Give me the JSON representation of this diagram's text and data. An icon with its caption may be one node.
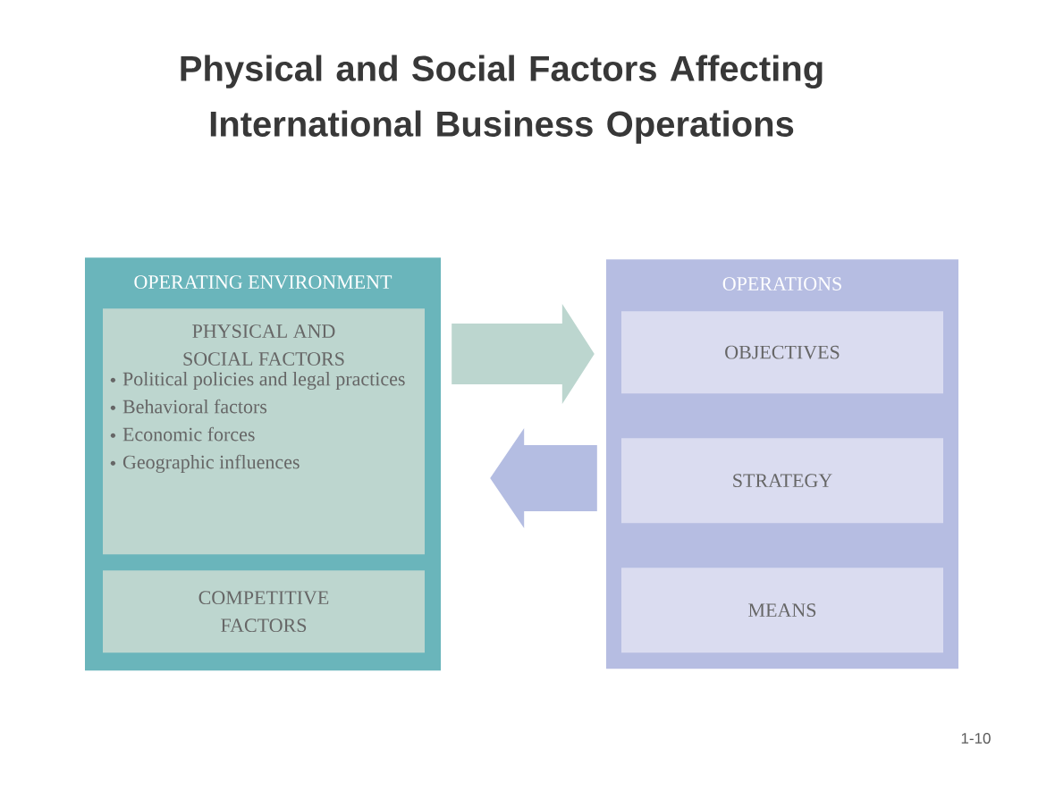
{
  "diagram": {
    "title": "Physical and Social Factors Affecting International Business Operations",
    "nodes": [
      {
        "text": [
          "OPERATING ENVIRONMENT"
        ]
      },
      {
        "text": [
          "PHYSICAL AND SOCIAL FACTORS",
          "Political policies and legal practices",
          "Behavioral factors",
          "Economic forces",
          "Geographic influences"
        ],
        "in": 0
      },
      {
        "text": [
          "COMPETITIVE FACTORS"
        ],
        "in": 0
      },
      {
        "text": [
          "OPERATIONS"
        ]
      },
      {
        "text": [
          "OBJECTIVES"
        ],
        "in": 3
      },
      {
        "text": [
          "STRATEGY"
        ],
        "in": 3
      },
      {
        "text": [
          "MEANS"
        ],
        "in": 3
      }
    ],
    "edges": [
      {
        "from": 0,
        "to": 3,
        "arrow": "to",
        "color": "#bcd6cf"
      },
      {
        "from": 3,
        "to": 0,
        "arrow": "to",
        "color": "#b4bde2"
      }
    ],
    "labels": [
      "1-10"
    ]
  }
}
